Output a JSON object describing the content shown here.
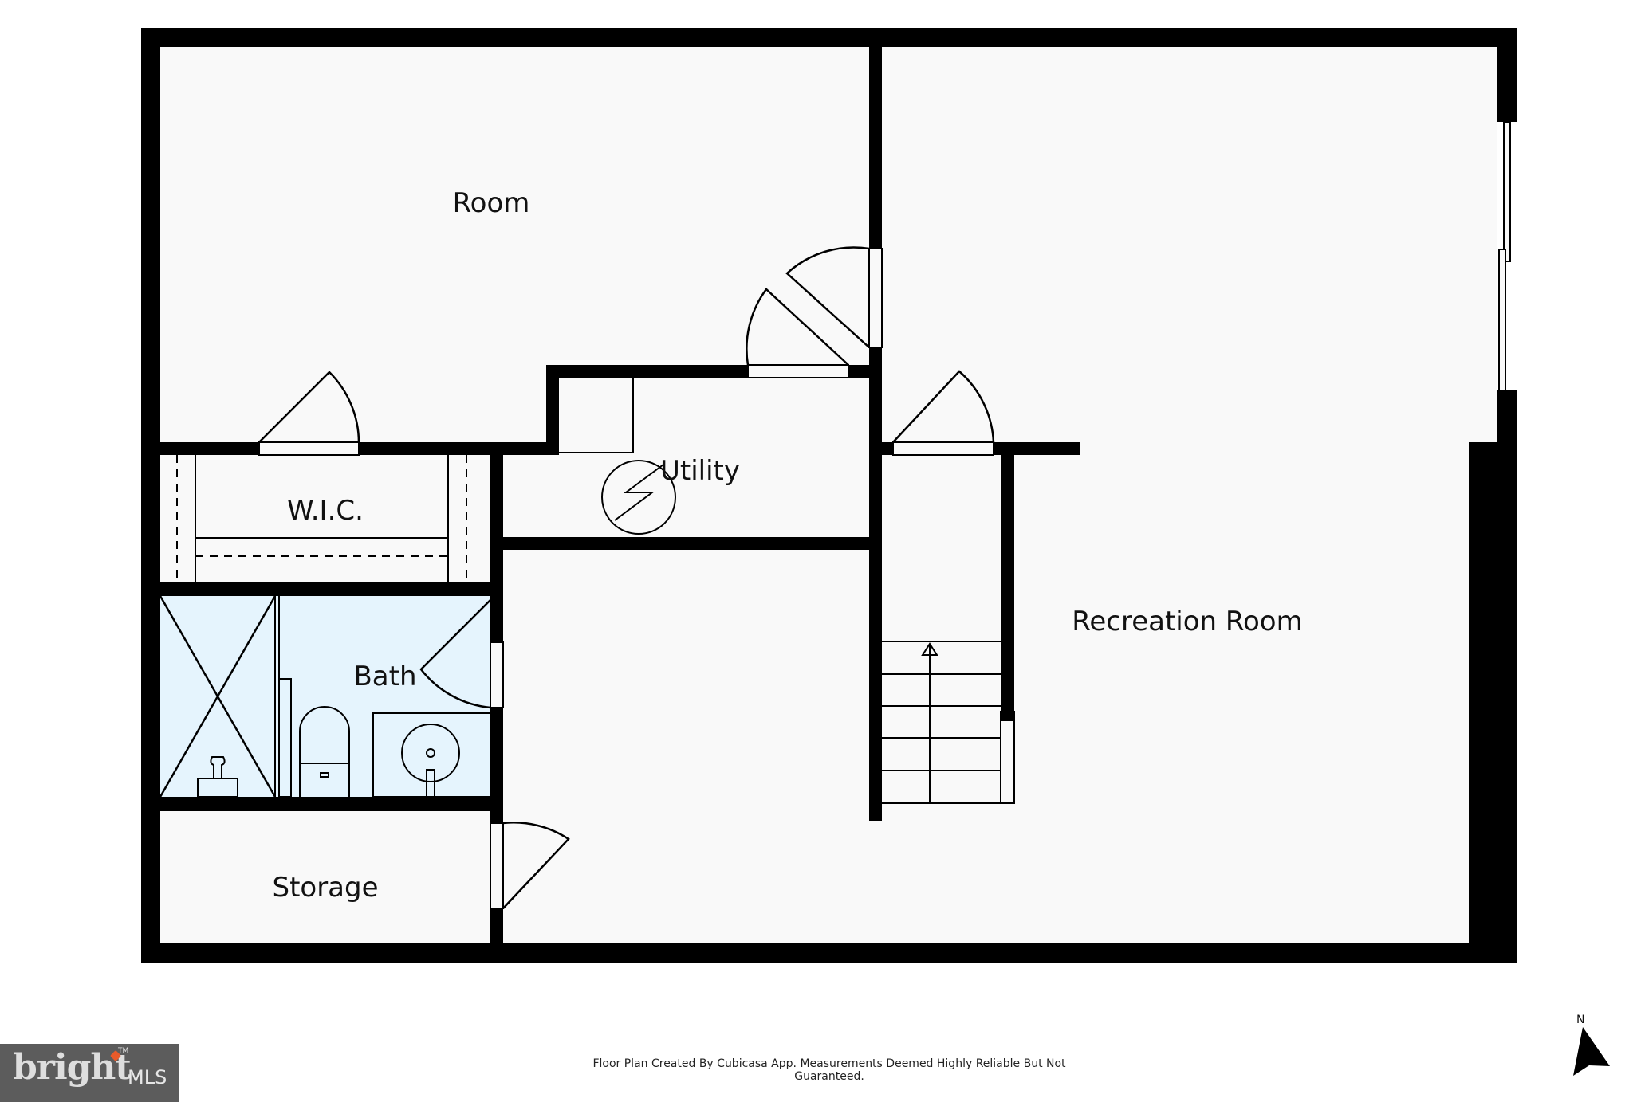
{
  "floor_plan": {
    "rooms": [
      {
        "id": "room",
        "label": "Room"
      },
      {
        "id": "wic",
        "label": "W.I.C."
      },
      {
        "id": "utility",
        "label": "Utility"
      },
      {
        "id": "bath",
        "label": "Bath"
      },
      {
        "id": "storage",
        "label": "Storage"
      },
      {
        "id": "recreation-room",
        "label": "Recreation Room"
      }
    ],
    "colors": {
      "wall": "#000000",
      "floor": "#f9f9f9",
      "wet_area": "#e5f4fd"
    }
  },
  "compass": {
    "label": "N"
  },
  "footer": {
    "disclaimer": "Floor Plan Created By Cubicasa App. Measurements Deemed Highly Reliable But Not Guaranteed."
  },
  "logo": {
    "word": "bright",
    "tm": "TM",
    "suffix": "MLS",
    "accent_color": "#e85a2a"
  }
}
